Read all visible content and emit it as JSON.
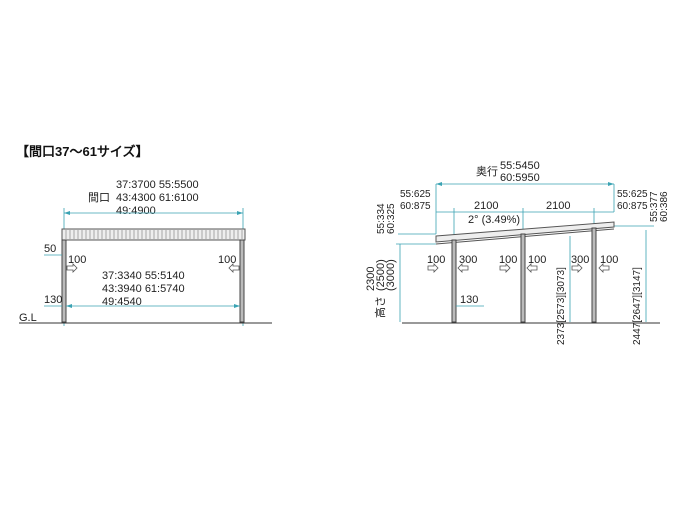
{
  "front_view": {
    "title": "【間口37～61サイズ】",
    "width_label": "間口",
    "width_lines": [
      "37:3700  55:5500",
      "43:4300  61:6100",
      "49:4900"
    ],
    "inner_lines": [
      "37:3340  55:5140",
      "43:3940  61:5740",
      "49:4540"
    ],
    "dim_50": "50",
    "dim_130": "130",
    "dim_100_left": "100",
    "dim_100_right": "100",
    "ground": "G.L"
  },
  "side_view": {
    "depth_label": "奥行",
    "depth_lines": [
      "55:5450",
      "60:5950"
    ],
    "overhang_left": [
      "55:625",
      "60:875"
    ],
    "overhang_right": [
      "55:625",
      "60:875"
    ],
    "span_1": "2100",
    "span_2": "2100",
    "slope": "2° (3.49%)",
    "roof_thickness": [
      "55:334",
      "60:325"
    ],
    "end_thickness": [
      "55:377",
      "60:386"
    ],
    "height_label": "高さ",
    "heights": [
      "2300",
      "(2500)",
      "(3000)"
    ],
    "mid_height": "2373[2573][3073]",
    "rear_height": "2447[2647][3147]",
    "dim_100_a": "100",
    "dim_300_a": "300",
    "dim_100_b": "100",
    "dim_100_c": "100",
    "dim_300_b": "300",
    "dim_100_d": "100",
    "dim_130": "130"
  }
}
